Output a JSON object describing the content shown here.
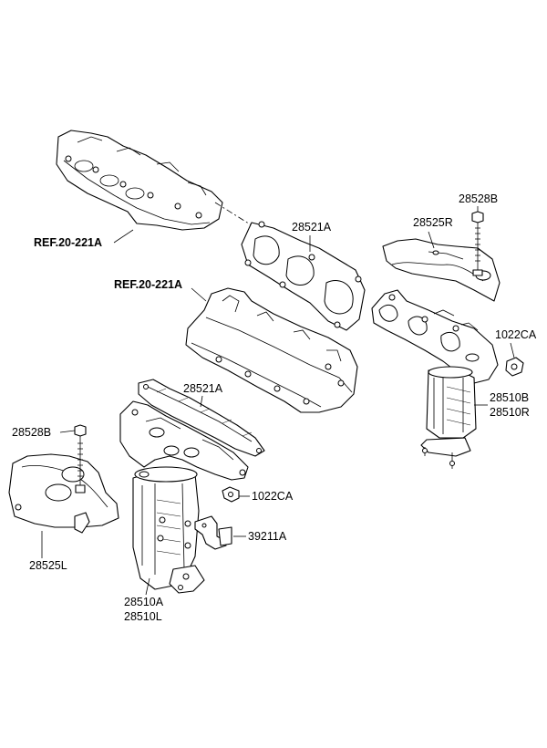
{
  "title": "",
  "labels": {
    "ref_top": "REF.20-221A",
    "ref_mid": "REF.20-221A",
    "gasket_right": "28521A",
    "gasket_left": "28521A",
    "heat_protector_right": "28525R",
    "bolt_right": "28528B",
    "nut_right": "1022CA",
    "manifold_right_a": "28510B",
    "manifold_right_b": "28510R",
    "bolt_left": "28528B",
    "heat_protector_left": "28525L",
    "nut_left": "1022CA",
    "bracket": "39211A",
    "manifold_left_a": "28510A",
    "manifold_left_b": "28510L"
  }
}
